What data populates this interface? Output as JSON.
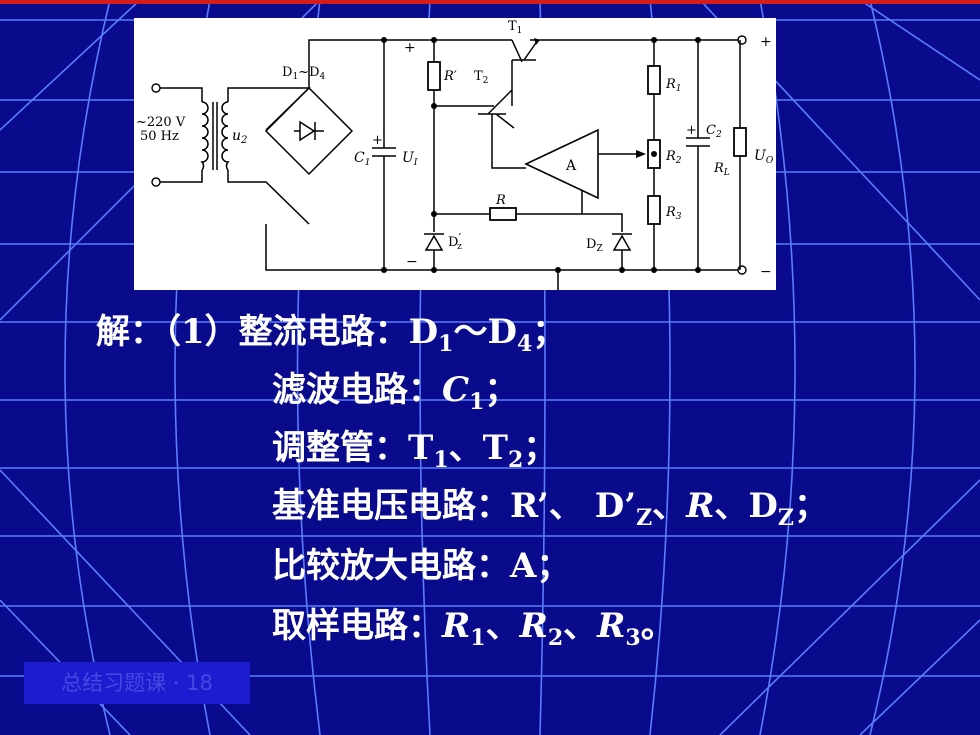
{
  "slide": {
    "footer": "总结习题课 · 18",
    "colors": {
      "background": "#0a0a8c",
      "grid": "#5a7cff",
      "top_bar": "#d41c1c",
      "text": "#ffffff"
    }
  },
  "circuit": {
    "labels": {
      "t1": "T",
      "t1_sub": "1",
      "t2": "T",
      "t2_sub": "2",
      "d1d4": "D",
      "d1d4_sub1": "1",
      "d1d4_tilde": "~D",
      "d1d4_sub2": "4",
      "rp": "R′",
      "r1": "R",
      "r1_sub": "1",
      "r2": "R",
      "r2_sub": "2",
      "r3": "R",
      "r3_sub": "3",
      "rl": "R",
      "rl_sub": "L",
      "c1": "C",
      "c1_sub": "1",
      "c2": "C",
      "c2_sub": "2",
      "ui": "U",
      "ui_sub": "I",
      "uo": "U",
      "uo_sub": "O",
      "u2": "u",
      "u2_sub": "2",
      "a": "A",
      "r": "R",
      "dzp": "D",
      "dzp_sub": "′",
      "dzp_sub2": "z",
      "dz": "D",
      "dz_sub": "Z",
      "v220": "~220 V",
      "hz": "50 Hz",
      "plus": "+",
      "minus": "−"
    }
  },
  "answer": {
    "line1": {
      "prefix": "解：（1）整流电路：",
      "d1": "D",
      "s1": "1",
      "sep": "～",
      "d4": "D",
      "s4": "4",
      "end": "；"
    },
    "line2": {
      "label": "滤波电路：",
      "c": "C",
      "s": "1",
      "end": "；"
    },
    "line3": {
      "label": "调整管：",
      "t1": "T",
      "s1": "1",
      "sep": "、",
      "t2": "T",
      "s2": "2",
      "end": "；"
    },
    "line4": {
      "label": "基准电压电路：",
      "rp": "R’",
      "sep1": "、 ",
      "dp": "D’",
      "sdp": "Z",
      "sep2": "、",
      "r": "R",
      "sep3": "、",
      "dz": "D",
      "sdz": "Z",
      "end": "；"
    },
    "line5": {
      "label": "比较放大电路：",
      "a": "A",
      "end": "；"
    },
    "line6": {
      "label": "取样电路：",
      "r1": "R",
      "s1": "1",
      "sep1": "、",
      "r2": "R",
      "s2": "2",
      "sep2": "、",
      "r3": "R",
      "s3": "3",
      "end": "。"
    }
  }
}
